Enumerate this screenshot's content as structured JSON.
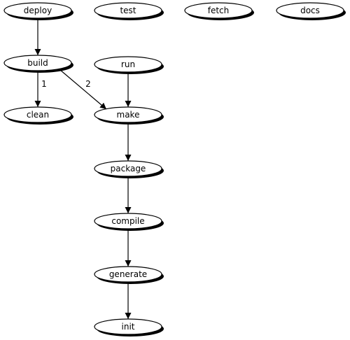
{
  "diagram": {
    "nodes": [
      {
        "id": "deploy",
        "label": "deploy"
      },
      {
        "id": "test",
        "label": "test"
      },
      {
        "id": "fetch",
        "label": "fetch"
      },
      {
        "id": "docs",
        "label": "docs"
      },
      {
        "id": "build",
        "label": "build"
      },
      {
        "id": "run",
        "label": "run"
      },
      {
        "id": "clean",
        "label": "clean"
      },
      {
        "id": "make",
        "label": "make"
      },
      {
        "id": "package",
        "label": "package"
      },
      {
        "id": "compile",
        "label": "compile"
      },
      {
        "id": "generate",
        "label": "generate"
      },
      {
        "id": "init",
        "label": "init"
      }
    ],
    "edges": [
      {
        "from": "deploy",
        "to": "build",
        "label": ""
      },
      {
        "from": "build",
        "to": "clean",
        "label": "1"
      },
      {
        "from": "build",
        "to": "make",
        "label": "2"
      },
      {
        "from": "run",
        "to": "make",
        "label": ""
      },
      {
        "from": "make",
        "to": "package",
        "label": ""
      },
      {
        "from": "package",
        "to": "compile",
        "label": ""
      },
      {
        "from": "compile",
        "to": "generate",
        "label": ""
      },
      {
        "from": "generate",
        "to": "init",
        "label": ""
      }
    ]
  }
}
